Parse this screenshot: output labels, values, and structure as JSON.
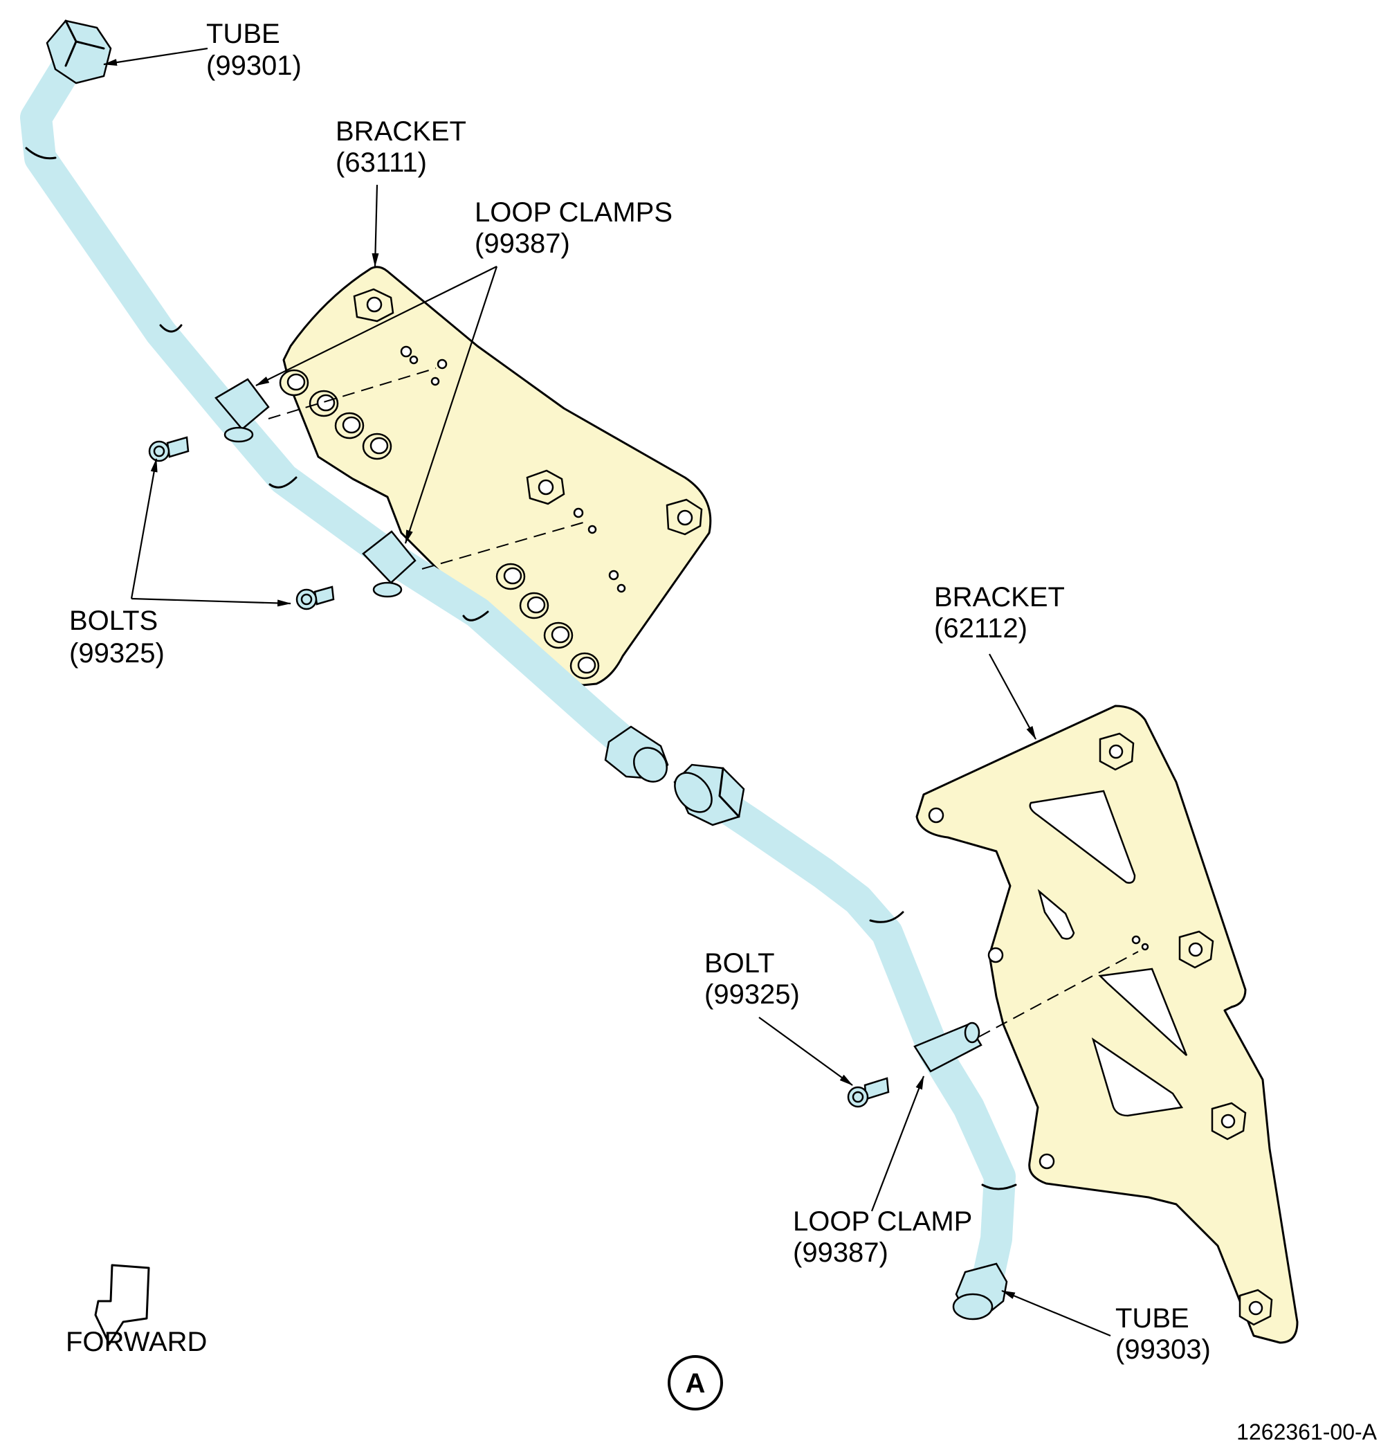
{
  "labels": {
    "tube_top": {
      "name": "TUBE",
      "part": "(99301)"
    },
    "bracket_upper": {
      "name": "BRACKET",
      "part": "(63111)"
    },
    "loop_clamps": {
      "name": "LOOP CLAMPS",
      "part": "(99387)"
    },
    "bolts": {
      "name": "BOLTS",
      "part": "(99325)"
    },
    "bracket_lower": {
      "name": "BRACKET",
      "part": "(62112)"
    },
    "bolt": {
      "name": "BOLT",
      "part": "(99325)"
    },
    "loop_clamp": {
      "name": "LOOP CLAMP",
      "part": "(99387)"
    },
    "tube_bottom": {
      "name": "TUBE",
      "part": "(99303)"
    }
  },
  "forward_label": "FORWARD",
  "view_letter": "A",
  "figure_id": "1262361-00-A",
  "colors": {
    "tube": "#c6eaf0",
    "bracket": "#fbf6cc",
    "line": "#000000"
  }
}
